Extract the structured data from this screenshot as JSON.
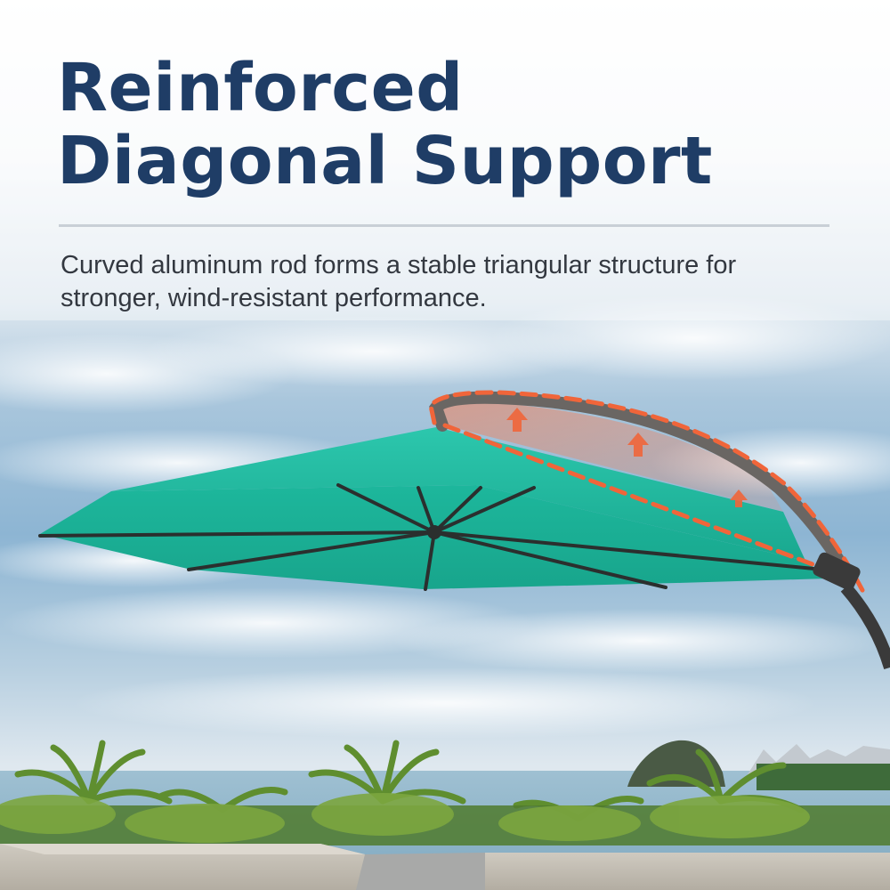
{
  "headline": {
    "line1": "Reinforced",
    "line2": "Diagonal Support"
  },
  "description": {
    "line1": "Curved aluminum rod forms a stable triangular structure for",
    "line2": "stronger, wind-resistant performance."
  },
  "colors": {
    "headline": "#1f3d66",
    "body_text": "#333840",
    "canopy": "#1fb39a",
    "highlight": "#f0653a",
    "frame": "#3a3a3a"
  }
}
